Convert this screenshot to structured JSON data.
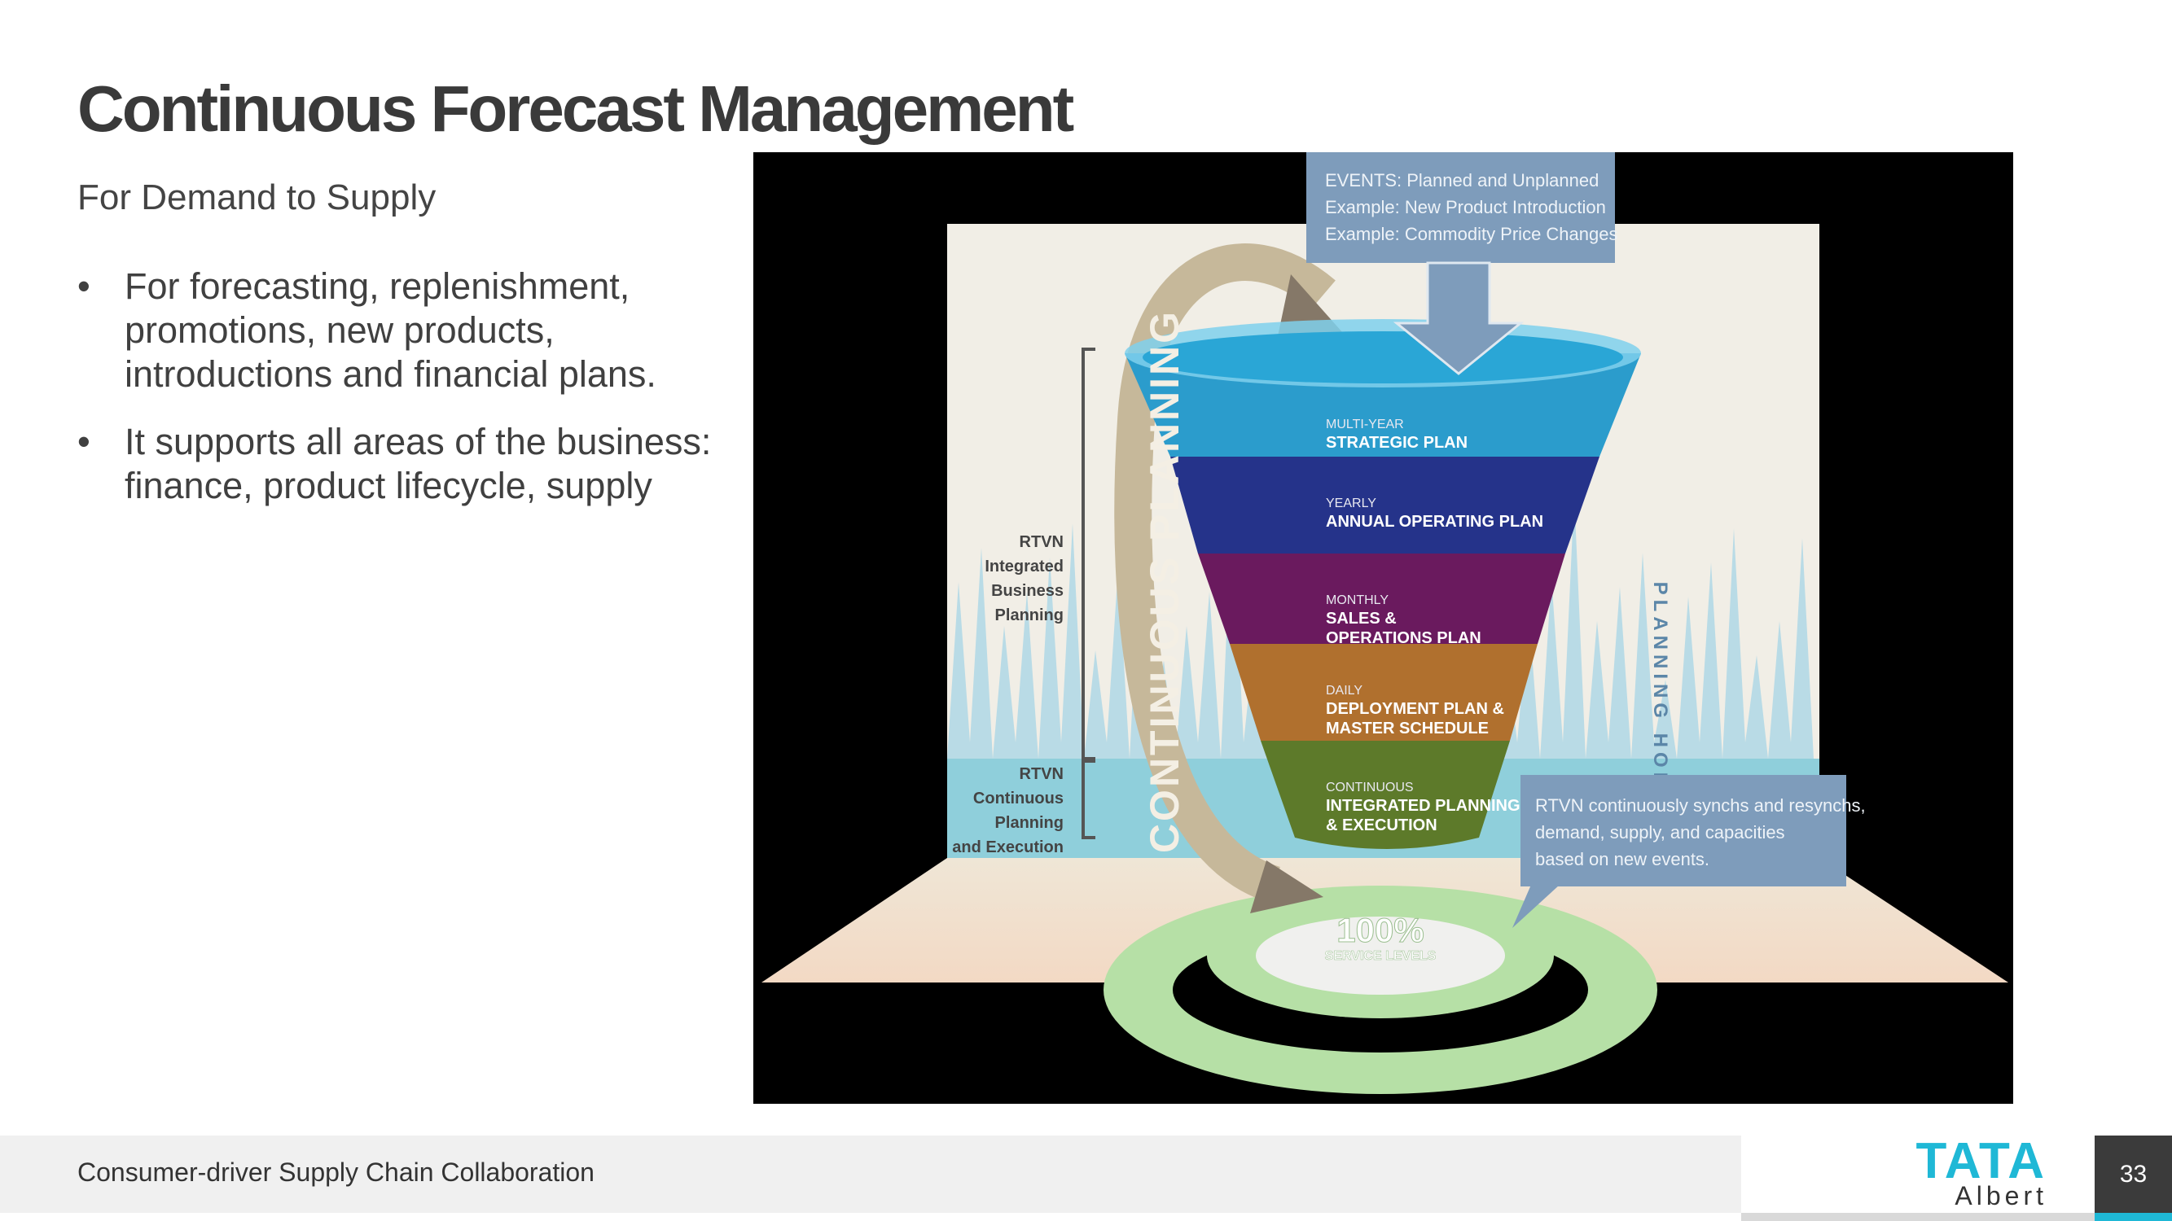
{
  "slide": {
    "title": "Continuous Forecast Management",
    "subtitle": "For Demand to Supply",
    "bullets": [
      "For forecasting, replenishment, promotions, new products, introductions and financial plans.",
      "It supports all areas of the business: finance, product lifecycle, supply"
    ],
    "bullet_glyph": "•"
  },
  "diagram": {
    "events": [
      "EVENTS: Planned and Unplanned",
      "Example: New Product Introduction",
      "Example: Commodity Price Changes"
    ],
    "funnel": [
      {
        "small": "MULTI-YEAR",
        "big": [
          "STRATEGIC PLAN"
        ],
        "color": "#2b9ccc"
      },
      {
        "small": "YEARLY",
        "big": [
          "ANNUAL OPERATING PLAN"
        ],
        "color": "#25338a"
      },
      {
        "small": "MONTHLY",
        "big": [
          "SALES &",
          "OPERATIONS PLAN"
        ],
        "color": "#6a1a5e"
      },
      {
        "small": "DAILY",
        "big": [
          "DEPLOYMENT PLAN &",
          "MASTER SCHEDULE"
        ],
        "color": "#b0702e"
      },
      {
        "small": "CONTINUOUS",
        "big": [
          "INTEGRATED PLANNING",
          "& EXECUTION"
        ],
        "color": "#5d7a2a"
      }
    ],
    "continuous_planning": "CONTINUOUS PLANNING",
    "planning_horizon": "PLANNING HORIZON",
    "left_label_1": [
      "RTVN",
      "Integrated",
      "Business",
      "Planning"
    ],
    "left_label_2": [
      "RTVN",
      "Continuous",
      "Planning",
      "and Execution"
    ],
    "callout": [
      "RTVN continuously synchs and resynchs,",
      "demand, supply, and capacities",
      "based on new events."
    ],
    "service_pct": "100%",
    "service_label": "SERVICE LEVELS"
  },
  "footer": {
    "text": "Consumer-driver Supply Chain Collaboration",
    "logo_main": "TATA",
    "logo_sub": "Albert",
    "page_number": "33"
  },
  "colors": {
    "accent": "#1fb8d6",
    "callout": "#7e9cbb",
    "title": "#3a3a3a"
  }
}
